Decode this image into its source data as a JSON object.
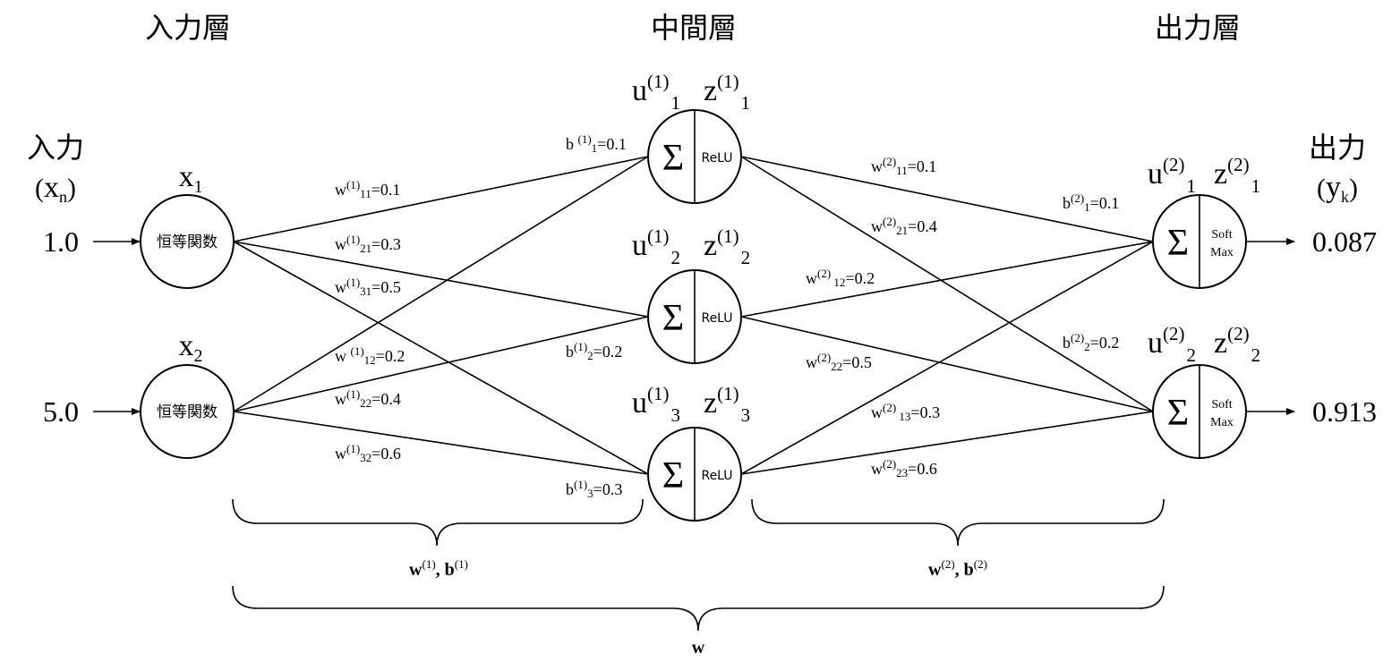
{
  "layers": {
    "input": "入力層",
    "hidden": "中間層",
    "output": "出力層"
  },
  "input_side": {
    "title": "入力",
    "sym_open": "(",
    "sym_base": "x",
    "sym_sub": "n",
    "sym_close": ")",
    "values": [
      "1.0",
      "5.0"
    ]
  },
  "output_side": {
    "title": "出力",
    "sym_open": "(",
    "sym_base": "y",
    "sym_sub": "k",
    "sym_close": ")",
    "values": [
      "0.087",
      "0.913"
    ]
  },
  "input_nodes": [
    {
      "label_base": "x",
      "label_sub": "1",
      "func": "恒等関数"
    },
    {
      "label_base": "x",
      "label_sub": "2",
      "func": "恒等関数"
    }
  ],
  "hidden_nodes": [
    {
      "u_base": "u",
      "u_sup": "(1)",
      "u_sub": "1",
      "z_base": "z",
      "z_sup": "(1)",
      "z_sub": "1",
      "sigma": "Σ",
      "act": "ReLU",
      "bias": {
        "pre": "b ",
        "sup": "(1)",
        "sub": "1",
        "val": "=0.1"
      }
    },
    {
      "u_base": "u",
      "u_sup": "(1)",
      "u_sub": "2",
      "z_base": "z",
      "z_sup": "(1)",
      "z_sub": "2",
      "sigma": "Σ",
      "act": "ReLU",
      "bias": {
        "pre": "b",
        "sup": "(1)",
        "sub": "2",
        "val": "=0.2"
      }
    },
    {
      "u_base": "u",
      "u_sup": "(1)",
      "u_sub": "3",
      "z_base": "z",
      "z_sup": "(1)",
      "z_sub": "3",
      "sigma": "Σ",
      "act": "ReLU",
      "bias": {
        "pre": "b",
        "sup": "(1)",
        "sub": "3",
        "val": "=0.3"
      }
    }
  ],
  "output_nodes": [
    {
      "u_base": "u",
      "u_sup": "(2)",
      "u_sub": "1",
      "z_base": "z",
      "z_sup": "(2)",
      "z_sub": "1",
      "sigma": "Σ",
      "act1": "Soft",
      "act2": "Max",
      "bias": {
        "pre": "b",
        "sup": "(2)",
        "sub": "1",
        "val": "=0.1"
      }
    },
    {
      "u_base": "u",
      "u_sup": "(2)",
      "u_sub": "2",
      "z_base": "z",
      "z_sup": "(2)",
      "z_sub": "2",
      "sigma": "Σ",
      "act1": "Soft",
      "act2": "Max",
      "bias": {
        "pre": "b",
        "sup": "(2)",
        "sub": "2",
        "val": "=0.2"
      }
    }
  ],
  "weights1": [
    {
      "pre": "w",
      "sup": "(1)",
      "sub": "11",
      "val": "=0.1"
    },
    {
      "pre": "w",
      "sup": "(1)",
      "sub": "21",
      "val": "=0.3"
    },
    {
      "pre": "w",
      "sup": "(1)",
      "sub": "31",
      "val": "=0.5"
    },
    {
      "pre": "w ",
      "sup": "(1)",
      "sub": "12",
      "val": "=0.2"
    },
    {
      "pre": "w",
      "sup": "(1)",
      "sub": "22",
      "val": "=0.4"
    },
    {
      "pre": "w",
      "sup": "(1)",
      "sub": "32",
      "val": "=0.6"
    }
  ],
  "weights2": [
    {
      "pre": "w",
      "sup": "(2)",
      "sub": "11",
      "val": "=0.1"
    },
    {
      "pre": "w",
      "sup": "(2)",
      "sub": "21",
      "val": "=0.4"
    },
    {
      "pre": "w",
      "sup": "(2)",
      "sub": " 12",
      "val": "=0.2"
    },
    {
      "pre": "w",
      "sup": "(2)",
      "sub": "22",
      "val": "=0.5"
    },
    {
      "pre": "w",
      "sup": "(2)",
      "sub": " 13",
      "val": "=0.3"
    },
    {
      "pre": "w",
      "sup": "(2)",
      "sub": "23",
      "val": "=0.6"
    }
  ],
  "braces": {
    "first": {
      "w": "w",
      "w_sup": "(1)",
      "sep": ", ",
      "b": "b",
      "b_sup": "(1)"
    },
    "second": {
      "w": "w",
      "w_sup": "(2)",
      "sep": ", ",
      "b": "b",
      "b_sup": "(2)"
    },
    "all": "w"
  }
}
